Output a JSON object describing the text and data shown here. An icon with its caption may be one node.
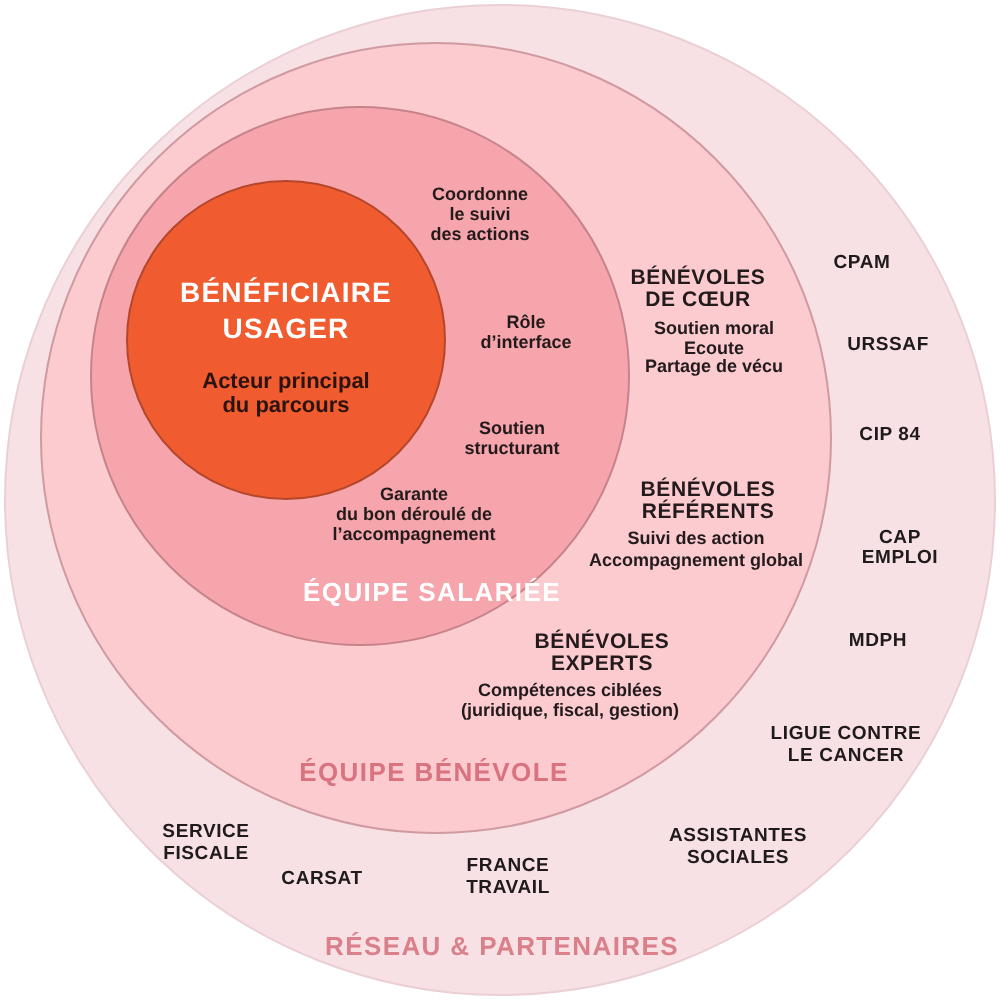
{
  "diagram": {
    "nodes": [
      {
        "text": [
          "CPAM",
          "URSSAF",
          "CIP 84",
          "CAP EMPLOI",
          "MDPH",
          "LIGUE CONTRE LE CANCER",
          "SERVICE FISCALE",
          "ASSISTANTES SOCIALES",
          "CARSAT",
          "FRANCE TRAVAIL",
          "RÉSEAU & PARTENAIRES"
        ]
      },
      {
        "text": [
          "BÉNÉVOLES DE CŒUR",
          "Soutien moral",
          "Ecoute",
          "Partage de vécu",
          "BÉNÉVOLES RÉFÉRENTS",
          "Suivi des action",
          "Accompagnement global",
          "BÉNÉVOLES EXPERTS",
          "Compétences ciblées (juridique, fiscal, gestion)",
          "ÉQUIPE BÉNÉVOLE"
        ],
        "in": 0
      },
      {
        "text": [
          "Coordonne le suivi des actions",
          "Rôle d’interface",
          "Soutien structurant",
          "Garante du bon déroulé de l’accompagnement",
          "ÉQUIPE SALARIÉE"
        ],
        "in": 1
      },
      {
        "text": [
          "BÉNÉFICIAIRE USAGER",
          "Acteur principal du parcours"
        ],
        "in": 2
      }
    ]
  }
}
